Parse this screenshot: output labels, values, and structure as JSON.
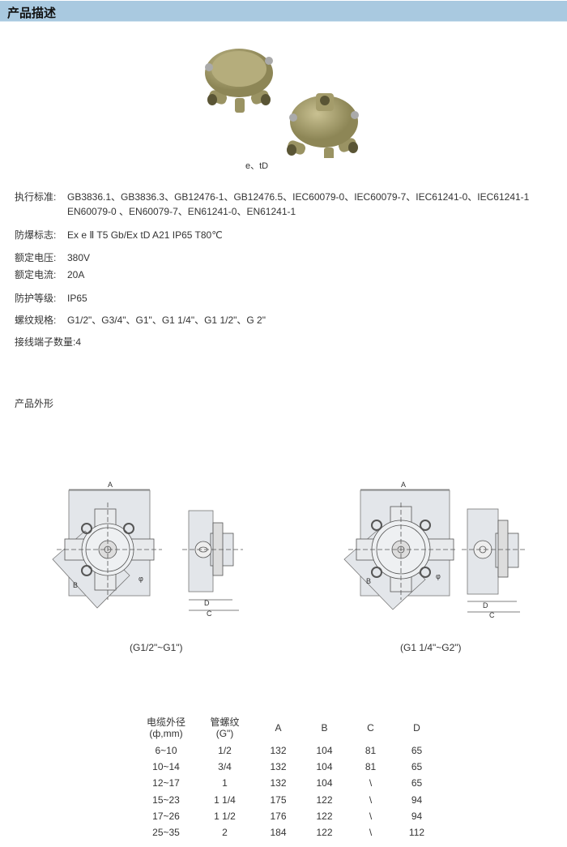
{
  "header": {
    "title": "产品描述"
  },
  "photo": {
    "caption": "e、tD"
  },
  "specs": [
    {
      "label": "执行标准:",
      "value": "GB3836.1、GB3836.3、GB12476-1、GB12476.5、IEC60079-0、IEC60079-7、IEC61241-0、IEC61241-1",
      "value2": "EN60079-0 、EN60079-7、EN61241-0、EN61241-1"
    },
    {
      "label": "防爆标志:",
      "value": "Ex e Ⅱ T5 Gb/Ex tD A21 IP65 T80℃"
    },
    {
      "label": "额定电压:",
      "value": "380V"
    },
    {
      "label": "额定电流:",
      "value": "20A"
    },
    {
      "label": "防护等级:",
      "value": "IP65"
    },
    {
      "label": "螺纹规格:",
      "value": "G1/2\"、G3/4\"、G1\"、G1 1/4\"、G1 1/2\"、G 2\""
    },
    {
      "label": "接线端子数量:",
      "value": "4"
    }
  ],
  "outline": {
    "title": "产品外形",
    "drawings": [
      {
        "caption": "(G1/2\"~G1\")"
      },
      {
        "caption": "(G1 1/4\"~G2\")"
      }
    ],
    "dim_labels": {
      "a": "A",
      "b": "B",
      "c": "C",
      "d": "D",
      "phi": "φ"
    }
  },
  "table": {
    "headers": [
      [
        "电缆外径",
        "(ф,mm)"
      ],
      [
        "管螺纹",
        "(G\")"
      ],
      [
        "A"
      ],
      [
        "B"
      ],
      [
        "C"
      ],
      [
        "D"
      ]
    ],
    "rows": [
      [
        "6~10",
        "1/2",
        "132",
        "104",
        "81",
        "65"
      ],
      [
        "10~14",
        "3/4",
        "132",
        "104",
        "81",
        "65"
      ],
      [
        "12~17",
        "1",
        "132",
        "104",
        "\\",
        "65"
      ],
      [
        "15~23",
        "1 1/4",
        "175",
        "122",
        "\\",
        "94"
      ],
      [
        "17~26",
        "1 1/2",
        "176",
        "122",
        "\\",
        "94"
      ],
      [
        "25~35",
        "2",
        "184",
        "122",
        "\\",
        "112"
      ]
    ]
  }
}
